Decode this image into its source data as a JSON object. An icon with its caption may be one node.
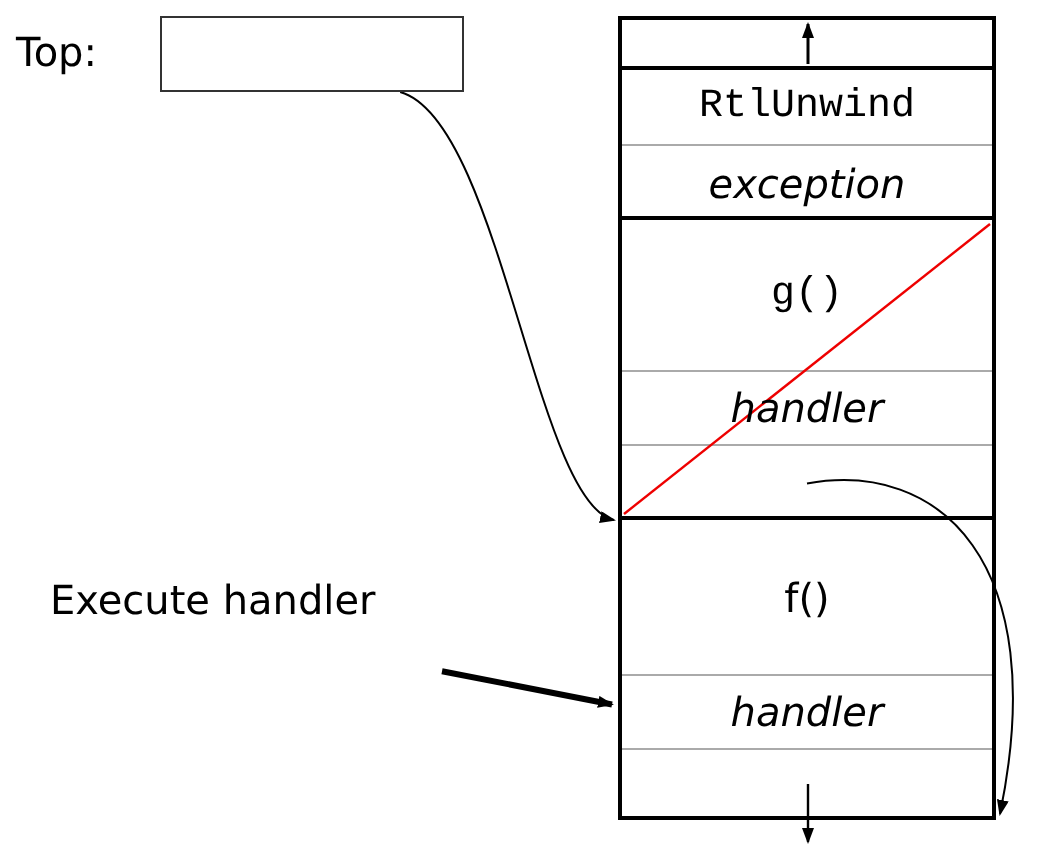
{
  "diagram": {
    "nodes": [
      {
        "text": [],
        "shape": "box",
        "beside": [
          "Top:"
        ]
      },
      {
        "text": [],
        "shape": "box"
      },
      {
        "text": [
          "RtlUnwind",
          "exception"
        ]
      },
      {
        "text": [
          "g()",
          "handler"
        ]
      },
      {
        "text": [
          "f()",
          "handler"
        ]
      },
      {
        "text": [
          "Execute handler"
        ]
      }
    ],
    "edges": [
      {
        "from": 0,
        "to": 3,
        "arrow": "to"
      },
      {
        "from": 3,
        "to": 4,
        "arrow": "to"
      },
      {
        "from": 5,
        "to": 4,
        "arrow": "to",
        "style": "thick"
      }
    ]
  }
}
